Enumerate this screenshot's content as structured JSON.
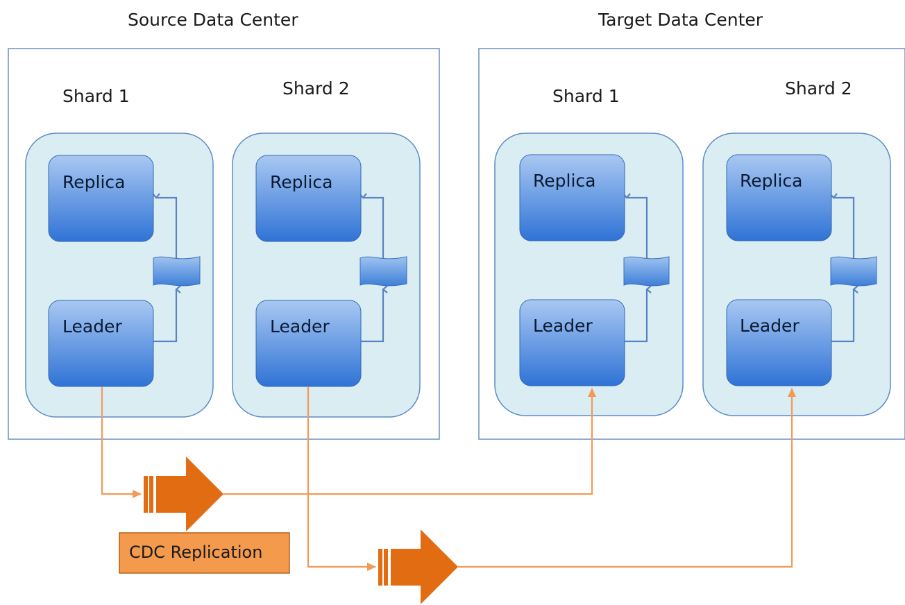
{
  "source_dc": {
    "title": "Source Data Center",
    "shards": [
      {
        "title": "Shard 1",
        "replica_label": "Replica",
        "leader_label": "Leader"
      },
      {
        "title": "Shard 2",
        "replica_label": "Replica",
        "leader_label": "Leader"
      }
    ]
  },
  "target_dc": {
    "title": "Target Data Center",
    "shards": [
      {
        "title": "Shard 1",
        "replica_label": "Replica",
        "leader_label": "Leader"
      },
      {
        "title": "Shard 2",
        "replica_label": "Replica",
        "leader_label": "Leader"
      }
    ]
  },
  "cdc": {
    "label": "CDC Replication"
  },
  "colors": {
    "dc_border": "#6b8fc0",
    "shard_fill": "#daedf3",
    "shard_border": "#5b8cc8",
    "node_top": "#a9c8f2",
    "node_bottom": "#2f73d6",
    "node_border": "#3366b3",
    "internal_arrow": "#5b82c2",
    "cdc_line": "#f29a56",
    "cdc_arrow": "#e26c11",
    "cdc_box": "#f39a4d"
  }
}
